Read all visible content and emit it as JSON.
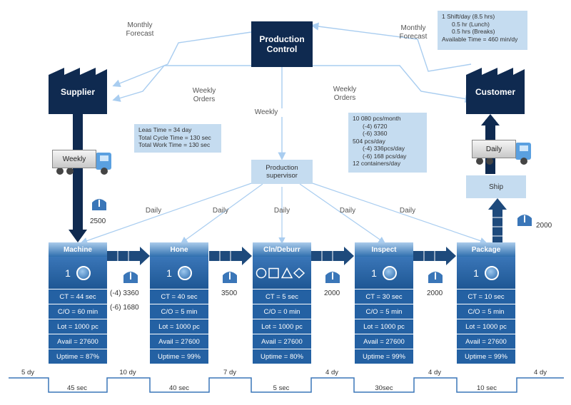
{
  "control": {
    "label": "Production\nControl"
  },
  "supplier": {
    "label": "Supplier"
  },
  "customer": {
    "label": "Customer"
  },
  "flow_labels": {
    "monthly_forecast_left": "Monthly\nForecast",
    "monthly_forecast_right": "Monthly\nForecast",
    "weekly_orders_left": "Weekly\nOrders",
    "weekly_orders_right": "Weekly\nOrders",
    "weekly": "Weekly",
    "daily": "Daily"
  },
  "customer_info": [
    "1 Shift/day (8.5 hrs)",
    "0.5 hr (Lunch)",
    "0.5 hrs (Breaks)",
    "Available Time = 460 min/dy"
  ],
  "demand_info": [
    "10 080 pcs/month",
    "(-4) 6720",
    "(-6) 3360",
    "504 pcs/day",
    "(-4) 336pcs/day",
    "(-6) 168 pcs/day",
    "12 containers/day"
  ],
  "lead_info": [
    "Leas Time = 34 day",
    "Total Cycle Time = 130 sec",
    "Total Work Time = 130 sec"
  ],
  "supervisor": {
    "label": "Production\nsupervisor"
  },
  "supplier_truck": {
    "label": "Weekly"
  },
  "customer_truck": {
    "label": "Daily"
  },
  "ship": {
    "label": "Ship"
  },
  "supplier_inventory": "2500",
  "ship_inventory": "2000",
  "processes": [
    {
      "name": "Machine",
      "operators": "1",
      "ct": "CT = 44 sec",
      "co": "C/O = 60 min",
      "lot": "Lot = 1000 pc",
      "avail": "Avail = 27600",
      "uptime": "Uptime = 87%"
    },
    {
      "name": "Hone",
      "operators": "1",
      "ct": "CT = 40 sec",
      "co": "C/O = 5 min",
      "lot": "Lot = 1000 pc",
      "avail": "Avail = 27600",
      "uptime": "Uptime = 99%"
    },
    {
      "name": "Cln/Deburr",
      "operators": "",
      "ct": "CT = 5 sec",
      "co": "C/O = 0 min",
      "lot": "Lot = 1000 pc",
      "avail": "Avail = 27600",
      "uptime": "Uptime = 80%"
    },
    {
      "name": "Inspect",
      "operators": "1",
      "ct": "CT = 30 sec",
      "co": "C/O = 5 min",
      "lot": "Lot = 1000 pc",
      "avail": "Avail = 27600",
      "uptime": "Uptime = 99%"
    },
    {
      "name": "Package",
      "operators": "1",
      "ct": "CT = 10 sec",
      "co": "C/O = 5 min",
      "lot": "Lot = 1000 pc",
      "avail": "Avail = 27600",
      "uptime": "Uptime = 99%"
    }
  ],
  "inventories": [
    {
      "line1": "(-4) 3360",
      "line2": "(-6) 1680"
    },
    {
      "line1": "3500",
      "line2": ""
    },
    {
      "line1": "2000",
      "line2": ""
    },
    {
      "line1": "2000",
      "line2": ""
    }
  ],
  "timeline": {
    "days": [
      "5 dy",
      "10 dy",
      "7 dy",
      "4 dy",
      "4 dy",
      "4 dy"
    ],
    "secs": [
      "45 sec",
      "40 sec",
      "5 sec",
      "30sec",
      "10 sec"
    ]
  },
  "colors": {
    "dark": "#0f2a50",
    "process": "#2461a3",
    "info": "#c5dcf0",
    "arrow": "#a9cdf0"
  }
}
